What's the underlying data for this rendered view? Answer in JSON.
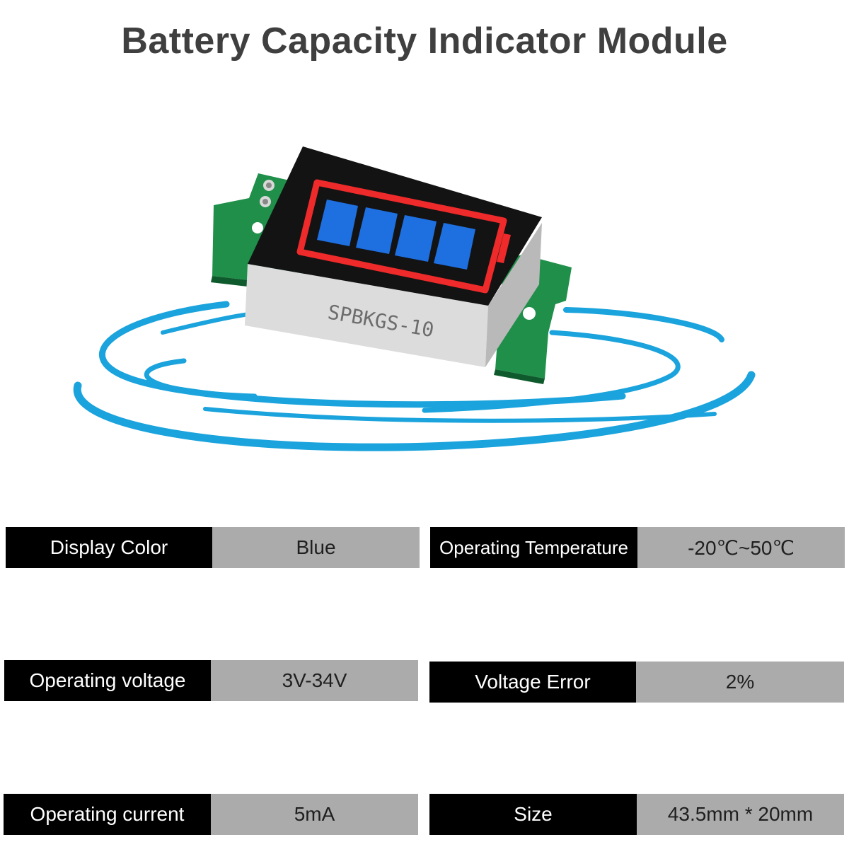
{
  "title": "Battery Capacity Indicator Module",
  "product": {
    "model_marking": "SPBKGS-10",
    "colors": {
      "pcb": "#1f8f4a",
      "display_body": "#111111",
      "display_base": "#d9d9d9",
      "battery_outline": "#ee2a2a",
      "segments": "#1e6fe0",
      "swirl": "#1aa3dc"
    }
  },
  "specs": {
    "display_color": {
      "label": "Display Color",
      "value": "Blue"
    },
    "operating_temperature": {
      "label": "Operating Temperature",
      "value": "-20℃~50℃"
    },
    "operating_voltage": {
      "label": "Operating voltage",
      "value": "3V-34V"
    },
    "voltage_error": {
      "label": "Voltage Error",
      "value": "2%"
    },
    "operating_current": {
      "label": "Operating current",
      "value": "5mA"
    },
    "size": {
      "label": "Size",
      "value": "43.5mm * 20mm"
    }
  }
}
